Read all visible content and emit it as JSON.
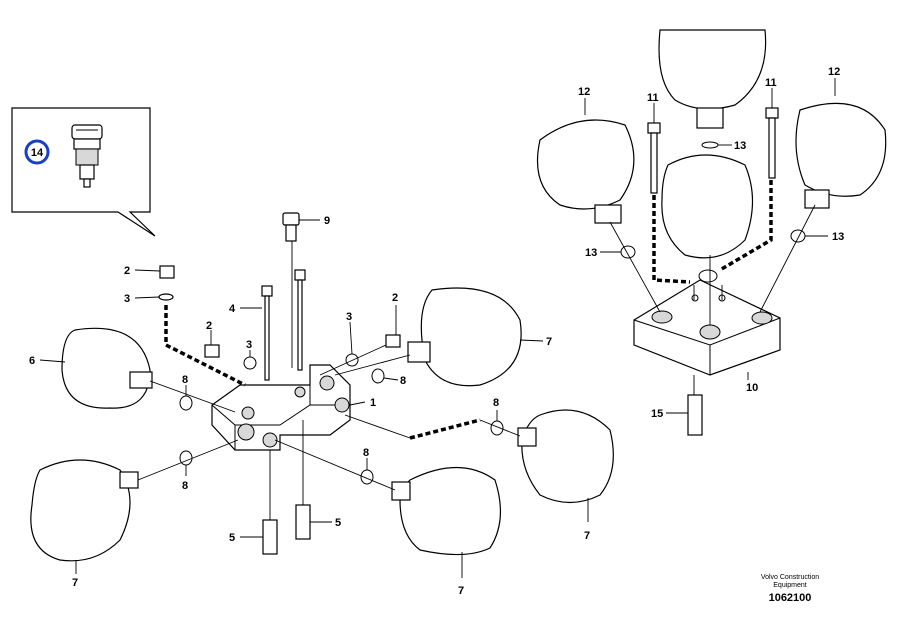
{
  "callouts": {
    "c1": "1",
    "c2a": "2",
    "c2b": "2",
    "c2c": "2",
    "c3a": "3",
    "c3b": "3",
    "c3c": "3",
    "c4": "4",
    "c5a": "5",
    "c5b": "5",
    "c6": "6",
    "c7a": "7",
    "c7b": "7",
    "c7c": "7",
    "c7d": "7",
    "c8a": "8",
    "c8b": "8",
    "c8c": "8",
    "c8d": "8",
    "c8e": "8",
    "c9": "9",
    "c10": "10",
    "c11a": "11",
    "c11b": "11",
    "c12a": "12",
    "c12b": "12",
    "c13a": "13",
    "c13b": "13",
    "c13c": "13",
    "c14": "14",
    "c15": "15"
  },
  "footer": {
    "brand_line1": "Volvo Construction",
    "brand_line2": "Equipment",
    "drawing_number": "1062100"
  },
  "colors": {
    "highlight_ring": "#1a3fc4",
    "line": "#000000"
  }
}
